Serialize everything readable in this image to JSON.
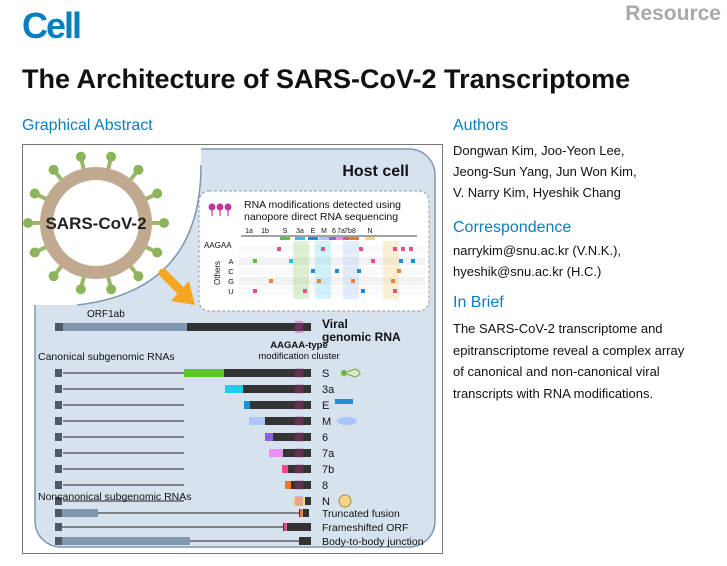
{
  "header": {
    "journal": "Cell",
    "article_type": "Resource",
    "title": "The Architecture of SARS-CoV-2 Transcriptome"
  },
  "graphical_abstract": {
    "heading": "Graphical Abstract",
    "virus_label": "SARS-CoV-2",
    "host_cell_label": "Host cell",
    "modification_legend": [
      "RNA modifications detected using",
      "nanopore direct RNA sequencing"
    ],
    "motif_label": "AAGAA",
    "others_label": "Others",
    "bases": [
      "A",
      "C",
      "G",
      "U"
    ],
    "gene_track": [
      "1a",
      "1b",
      "S",
      "3a",
      "E",
      "M",
      "6",
      "7a",
      "7b",
      "8",
      "N"
    ],
    "genomic": {
      "orf_label": "ORF1ab",
      "label_lines": [
        "Viral",
        "genomic RNA"
      ]
    },
    "canonical_heading": "Canonical subgenomic RNAs",
    "cluster_label_lines": [
      "AAGAA-type",
      "modification cluster"
    ],
    "canonical_rnas": [
      "S",
      "3a",
      "E",
      "M",
      "6",
      "7a",
      "7b",
      "8",
      "N"
    ],
    "noncanonical_heading": "Noncanonical subgenomic RNAs",
    "noncanonical_rnas": [
      "Truncated fusion",
      "Frameshifted ORF",
      "Body-to-body junction"
    ]
  },
  "authors": {
    "heading": "Authors",
    "names": [
      "Dongwan Kim, Joo-Yeon Lee,",
      "Jeong-Sun Yang, Jun Won Kim,",
      "V. Narry Kim, Hyeshik Chang"
    ]
  },
  "correspondence": {
    "heading": "Correspondence",
    "lines": [
      "narrykim@snu.ac.kr (V.N.K.),",
      "hyeshik@snu.ac.kr (H.C.)"
    ]
  },
  "in_brief": {
    "heading": "In Brief",
    "lines": [
      "The SARS-CoV-2 transcriptome and",
      "epitranscriptome reveal a complex array",
      "of canonical and non-canonical viral",
      "transcripts with RNA modifications."
    ]
  },
  "colors": {
    "brand": "#0a7fbe",
    "muted": "#a7a9ac",
    "host_cell_fill": "#d6e3ee",
    "S": "#5ec22a",
    "3a": "#25c8e6",
    "E": "#1c8fd6",
    "M": "#a9c6f7",
    "6": "#8b62d9",
    "7a": "#ea8ef0",
    "7b": "#e44f8c",
    "8": "#ee7a1f",
    "N": "#f6d58a",
    "orf1ab": "#7f98ad",
    "leader": "#4d5a66",
    "arrow": "#f5a623"
  }
}
